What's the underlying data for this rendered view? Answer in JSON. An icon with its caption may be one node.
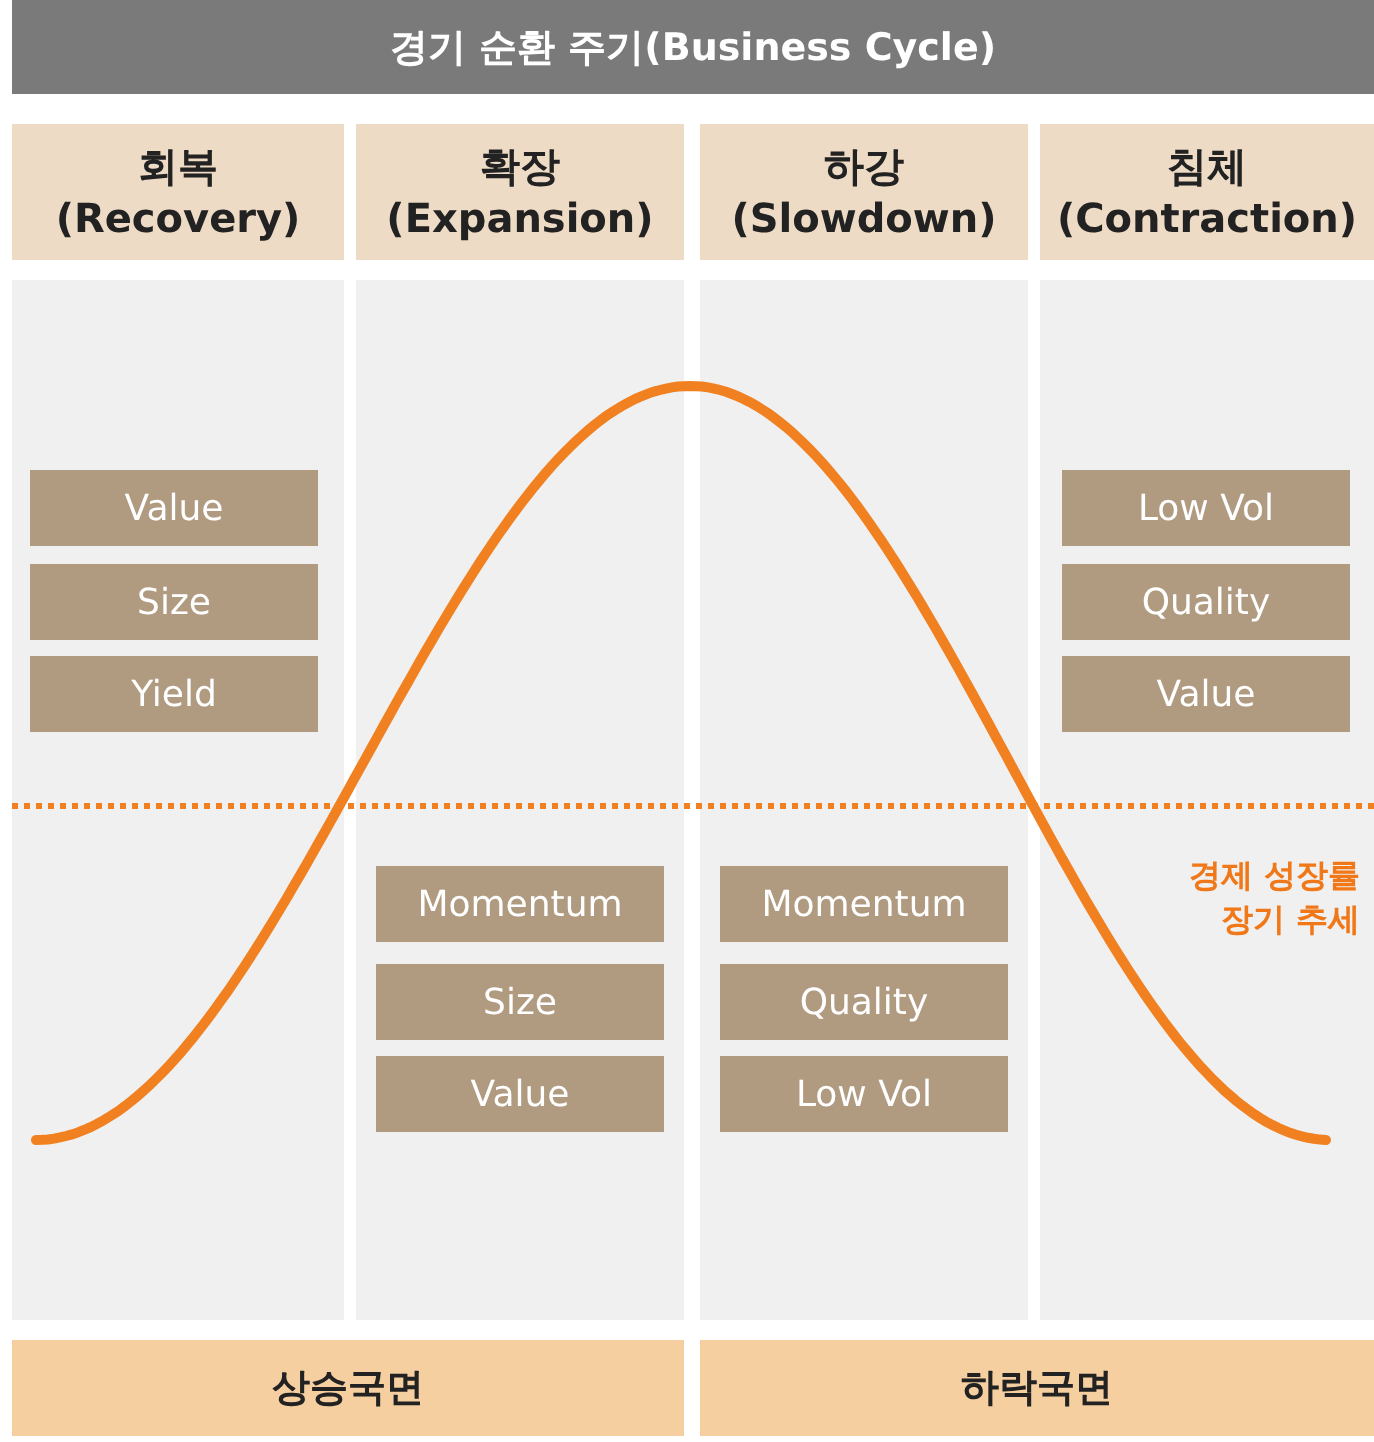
{
  "diagram": {
    "title": "경기 순환 주기(Business Cycle)",
    "nodes": [
      {
        "text": [
          "회복 (Recovery)"
        ]
      },
      {
        "text": [
          "확장 (Expansion)"
        ]
      },
      {
        "text": [
          "하강 (Slowdown)"
        ]
      },
      {
        "text": [
          "침체 (Contraction)"
        ]
      },
      {
        "text": [],
        "shape": "box"
      },
      {
        "text": [
          "Value"
        ],
        "in": 4
      },
      {
        "text": [
          "Size"
        ],
        "in": 4
      },
      {
        "text": [
          "Yield"
        ],
        "in": 4
      },
      {
        "text": [],
        "shape": "box"
      },
      {
        "text": [
          "Momentum"
        ],
        "in": 8
      },
      {
        "text": [
          "Size"
        ],
        "in": 8
      },
      {
        "text": [
          "Value"
        ],
        "in": 8
      },
      {
        "text": [],
        "shape": "box"
      },
      {
        "text": [
          "Momentum"
        ],
        "in": 12
      },
      {
        "text": [
          "Quality"
        ],
        "in": 12
      },
      {
        "text": [
          "Low Vol"
        ],
        "in": 12
      },
      {
        "text": [],
        "shape": "box"
      },
      {
        "text": [
          "Low Vol"
        ],
        "in": 16
      },
      {
        "text": [
          "Quality"
        ],
        "in": 16
      },
      {
        "text": [
          "Value"
        ],
        "in": 16
      },
      {
        "text": [
          "상승국면"
        ]
      },
      {
        "text": [
          "하락국면"
        ]
      }
    ],
    "labels": [
      "경제 성장률 장기 추세"
    ]
  }
}
